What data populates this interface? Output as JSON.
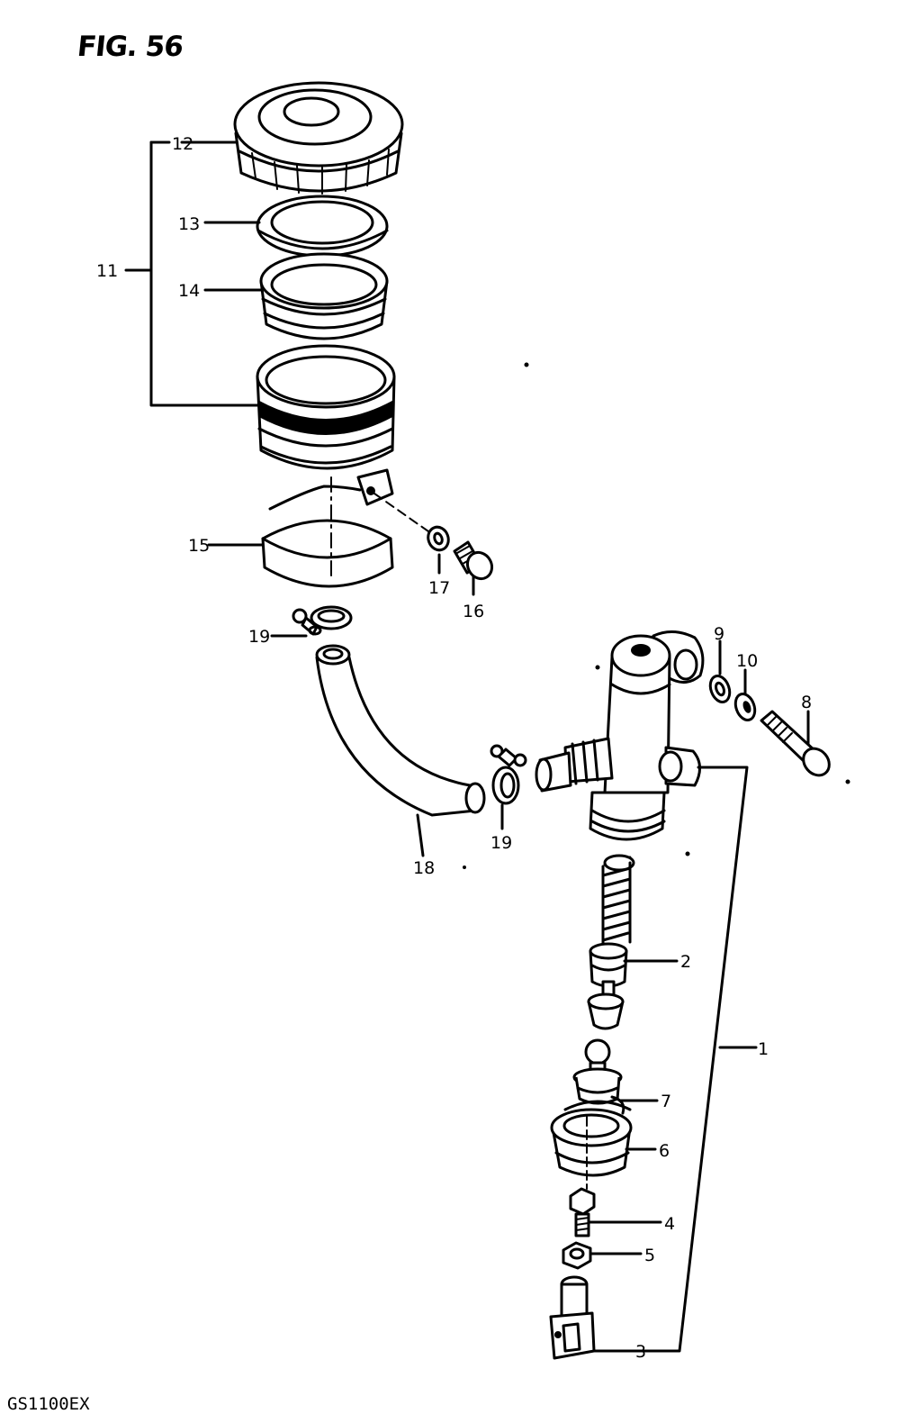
{
  "figure": {
    "title": "FIG. 56",
    "model_code": "GS1100EX"
  },
  "callouts": {
    "p1": "1",
    "p2": "2",
    "p3": "3",
    "p4": "4",
    "p5": "5",
    "p6": "6",
    "p7": "7",
    "p8": "8",
    "p9": "9",
    "p10": "10",
    "p11": "11",
    "p12": "12",
    "p13": "13",
    "p14": "14",
    "p15": "15",
    "p16": "16",
    "p17": "17",
    "p18": "18",
    "p19a": "19",
    "p19b": "19"
  },
  "colors": {
    "ink": "#000000",
    "paper": "#ffffff"
  }
}
